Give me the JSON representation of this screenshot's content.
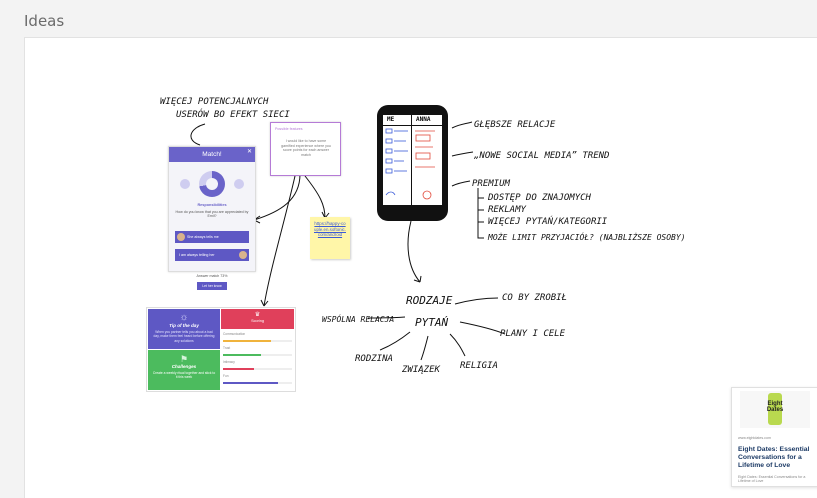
{
  "board": {
    "title": "Ideas"
  },
  "sketch": {
    "top_note_line1": "WIĘCEJ POTENCJALNYCH",
    "top_note_line2": "USERÓW BO EFEKT SIECI",
    "phone_col_me": "ME",
    "phone_col_anna": "ANNA",
    "right_notes": [
      "GŁĘBSZE RELACJE",
      "„NOWE SOCIAL MEDIA” TREND",
      "PREMIUM",
      "DOSTĘP DO ZNAJOMYCH",
      "REKLAMY",
      "WIĘCEJ PYTAŃ/KATEGORII",
      "MOŻE LIMIT PRZYJACIÓŁ? (NAJBLIŻSZE OSOBY)"
    ],
    "center_line1": "RODZAJE",
    "center_line2": "PYTAŃ",
    "branches": [
      "WSPÓLNA RELACJA",
      "CO BY ZROBIŁ",
      "PLANY I CELE",
      "RELIGIA",
      "ZWIĄZEK",
      "RODZINA"
    ]
  },
  "match_card": {
    "title": "Match!",
    "heading": "Responsibilities",
    "question": "How do you know that you are appreciated by Emil?",
    "answer_1": "She always tells me",
    "answer_2": "I am always telling her",
    "footer": "Answer match 73%",
    "cta": "Let her know"
  },
  "white_note": {
    "title": "Possible features",
    "body": "I would like to have some gamified experience where you score points for each answer match"
  },
  "sticky_note": {
    "text": "https://happy-couple.en.softonic.com/android"
  },
  "cards_panel": {
    "tip_title": "Tip of the day",
    "tip_body": "When you partner tells you about a bad day, make them feel heard before offering any solutions",
    "challenges_title": "Challenges",
    "challenges_body": "Create a weekly ritual together and stick to it this week",
    "scores_title": "Scoring",
    "score_rows": [
      "Communication",
      "Trust",
      "Intimacy",
      "Fun"
    ]
  },
  "book_card": {
    "cover_text": "Eight Dates",
    "host": "www.eightdates.com",
    "title": "Eight Dates: Essential Conversations for a Lifetime of Love",
    "desc": "Eight Dates: Essential Conversations for a Lifetime of Love"
  },
  "colors": {
    "accent_purple": "#6a63c9",
    "tip_purple": "#5e58c4",
    "score_red": "#e0405b",
    "challenge_green": "#4cbb5e",
    "sticky_yellow": "#fff6a8",
    "title_blue": "#1d3b66"
  }
}
